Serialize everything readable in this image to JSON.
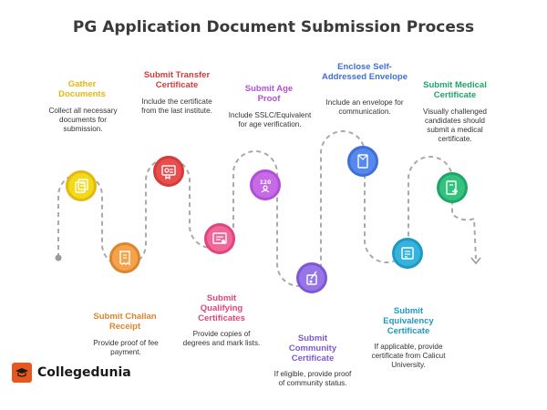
{
  "title": "PG Application Document Submission Process",
  "brand": {
    "name": "Collegedunia",
    "logo_icon": "graduation-cap-icon"
  },
  "steps": [
    {
      "title": "Gather Documents",
      "desc": "Collect all necessary documents for submission.",
      "color": "#e3b80f",
      "fill": "#f2d91a",
      "icon": "documents-icon"
    },
    {
      "title": "Submit Challan Receipt",
      "desc": "Provide proof of fee payment.",
      "color": "#d9862e",
      "fill": "#f5a24a",
      "icon": "receipt-icon"
    },
    {
      "title": "Submit Transfer Certificate",
      "desc": "Include the certificate from the last institute.",
      "color": "#d43b3b",
      "fill": "#e94d4d",
      "icon": "transfer-certificate-icon"
    },
    {
      "title": "Submit Qualifying Certificates",
      "desc": "Provide copies of degrees and mark lists.",
      "color": "#e0457b",
      "fill": "#f0679a",
      "icon": "certificate-icon"
    },
    {
      "title": "Submit Age Proof",
      "desc": "Include SSLC/Equivalent for age verification.",
      "color": "#b24fd6",
      "fill": "#c66ae6",
      "icon": "age-proof-icon"
    },
    {
      "title": "Submit Community Certificate",
      "desc": "If eligible, provide proof of community status.",
      "color": "#7d58d6",
      "fill": "#9676e6",
      "icon": "community-certificate-icon"
    },
    {
      "title": "Enclose Self-Addressed Envelope",
      "desc": "Include an envelope for communication.",
      "color": "#3f6fd8",
      "fill": "#5688ee",
      "icon": "envelope-icon"
    },
    {
      "title": "Submit Equivalency Certificate",
      "desc": "If applicable, provide certificate from Calicut University.",
      "color": "#1f98c4",
      "fill": "#35b3dc",
      "icon": "equivalency-certificate-icon"
    },
    {
      "title": "Submit Medical Certificate",
      "desc": "Visually challenged candidates should submit a medical certificate.",
      "color": "#1fa56a",
      "fill": "#33c37f",
      "icon": "medical-certificate-icon"
    }
  ]
}
